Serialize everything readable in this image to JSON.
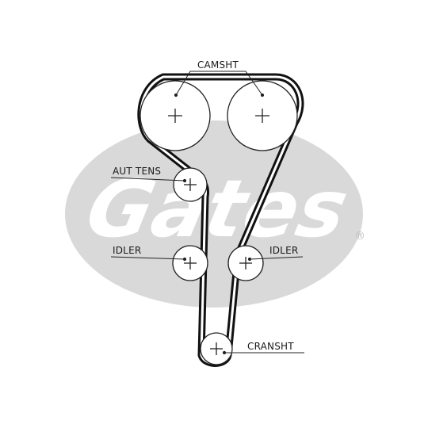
{
  "watermark": {
    "brand": "Gates",
    "registered_mark": "®",
    "color": "#d6d6d6"
  },
  "labels": {
    "camshaft": "CAMSHT",
    "auto_tensioner": "AUT TENS",
    "idler_left": "IDLER",
    "idler_right": "IDLER",
    "crankshaft": "CRANSHT"
  },
  "colors": {
    "belt": "#111111",
    "pulley": "#222222",
    "line": "#222222"
  }
}
